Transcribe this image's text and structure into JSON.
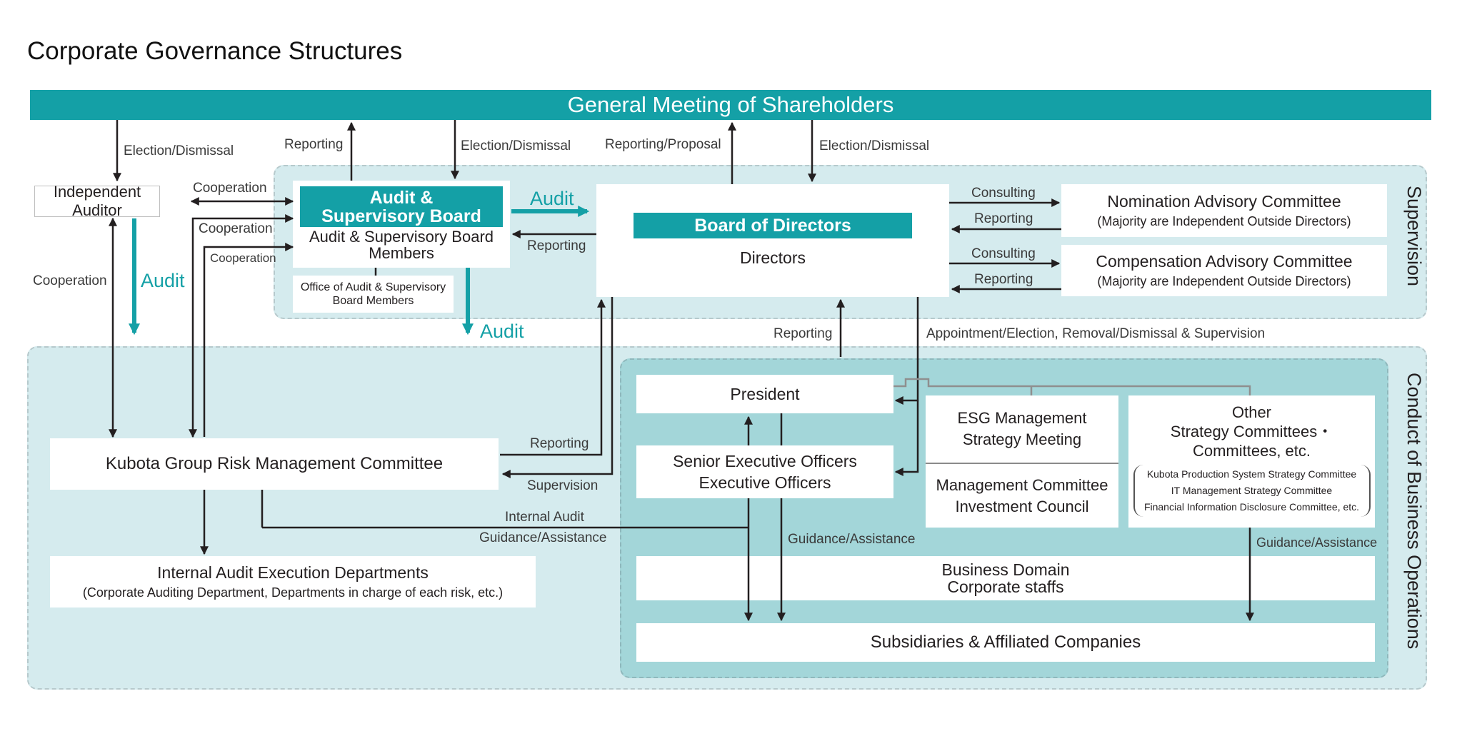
{
  "title": "Corporate Governance Structures",
  "colors": {
    "teal": "#14a0a6",
    "panel": "#d5ebee",
    "inner_panel": "#a3d6d9",
    "dark": "#231f20",
    "text_gray": "#3a3a3a"
  },
  "gms": "General Meeting of Shareholders",
  "zones": {
    "supervision": "Supervision",
    "conduct": "Conduct of Business Operations"
  },
  "boxes": {
    "independent_auditor": "Independent Auditor",
    "asb_header": "Audit & Supervisory Board",
    "asb_members": "Audit & Supervisory Board Members",
    "office_asb": "Office of Audit & Supervisory Board Members",
    "bod_header": "Board of Directors",
    "directors": "Directors",
    "nomination_title": "Nomination Advisory Committee",
    "nomination_sub": "(Majority are Independent Outside Directors)",
    "compensation_title": "Compensation Advisory Committee",
    "compensation_sub": "(Majority are Independent Outside Directors)",
    "president": "President",
    "seo_line1": "Senior Executive Officers",
    "seo_line2": "Executive Officers",
    "esg_line1": "ESG Management",
    "esg_line2": "Strategy Meeting",
    "mgmt_line1": "Management Committee",
    "mgmt_line2": "Investment Council",
    "other_line1": "Other",
    "other_line2": "Strategy Committees・",
    "other_line3": "Committees, etc.",
    "other_sub1": "Kubota Production System Strategy Committee",
    "other_sub2": "IT Management Strategy Committee",
    "other_sub3": "Financial Information Disclosure Committee, etc.",
    "risk_committee": "Kubota Group Risk Management Committee",
    "iaed_title": "Internal Audit Execution Departments",
    "iaed_sub": "(Corporate Auditing Department, Departments in charge of each risk, etc.)",
    "bd_line1": "Business Domain",
    "bd_line2": "Corporate staffs",
    "subsidiaries": "Subsidiaries & Affiliated Companies"
  },
  "labels": {
    "election_dismissal_1": "Election/Dismissal",
    "reporting_1": "Reporting",
    "election_dismissal_2": "Election/Dismissal",
    "reporting_proposal": "Reporting/Proposal",
    "election_dismissal_3": "Election/Dismissal",
    "cooperation_1": "Cooperation",
    "cooperation_2": "Cooperation",
    "cooperation_3": "Cooperation",
    "cooperation_4": "Cooperation",
    "audit_1": "Audit",
    "audit_2": "Audit",
    "audit_3": "Audit",
    "reporting_2": "Reporting",
    "consulting_1": "Consulting",
    "reporting_3": "Reporting",
    "consulting_2": "Consulting",
    "reporting_4": "Reporting",
    "reporting_5": "Reporting",
    "appointment": "Appointment/Election, Removal/Dismissal & Supervision",
    "reporting_6": "Reporting",
    "supervision": "Supervision",
    "internal_audit": "Internal Audit",
    "guidance_1": "Guidance/Assistance",
    "guidance_2": "Guidance/Assistance",
    "guidance_3": "Guidance/Assistance"
  }
}
